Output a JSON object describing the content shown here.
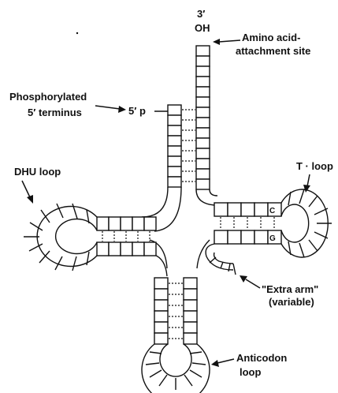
{
  "labels": {
    "three_prime": "3′",
    "oh": "OH",
    "amino_acid_line1": "Amino acid-",
    "amino_acid_line2": "attachment site",
    "phos_line1": "Phosphorylated",
    "phos_line2": "5′ terminus",
    "five_p": "5′ p",
    "dhu_loop": "DHU loop",
    "t_loop": "T · loop",
    "extra_arm_line1": "\"Extra arm\"",
    "extra_arm_line2": "(variable)",
    "anticodon_line1": "Anticodon",
    "anticodon_line2": "loop",
    "base_c": "C",
    "base_g": "G"
  }
}
